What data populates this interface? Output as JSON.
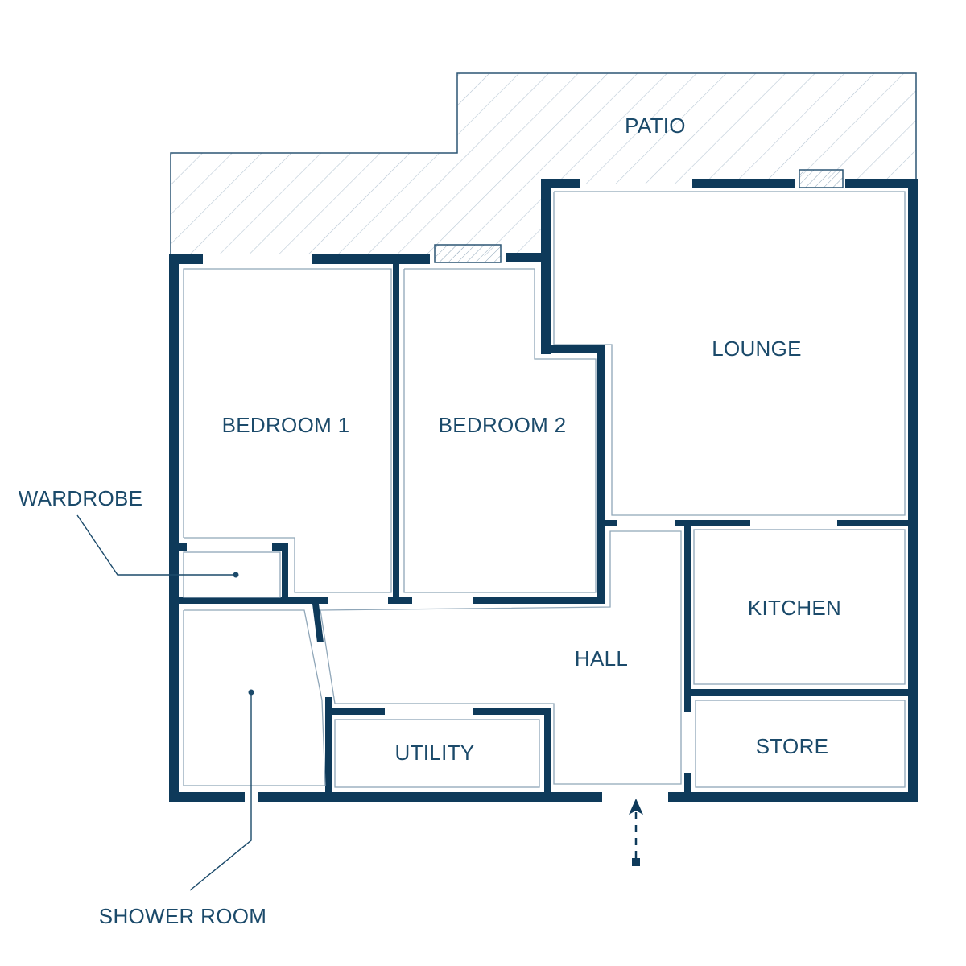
{
  "rooms": {
    "patio": "PATIO",
    "lounge": "LOUNGE",
    "bedroom1": "BEDROOM 1",
    "bedroom2": "BEDROOM 2",
    "kitchen": "KITCHEN",
    "hall": "HALL",
    "utility": "UTILITY",
    "store": "STORE"
  },
  "callouts": {
    "wardrobe": "WARDROBE",
    "shower_room": "SHOWER ROOM"
  },
  "colors": {
    "wall": "#0e3a5a",
    "label": "#1b4a6a",
    "hatch": "#b9c8d4"
  },
  "icons": {
    "entrance": "entrance-arrow-icon"
  }
}
